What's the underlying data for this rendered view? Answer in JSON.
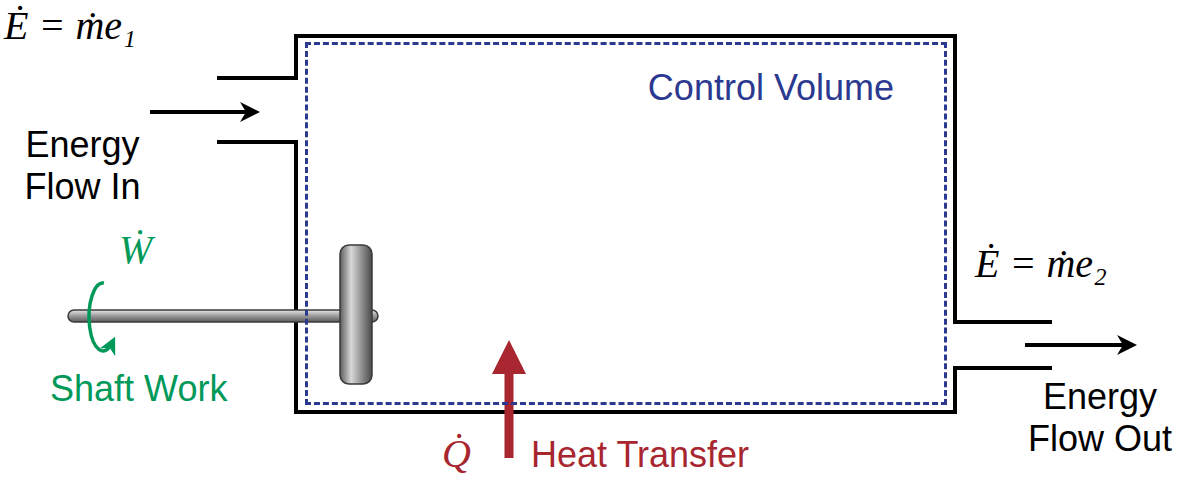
{
  "diagram": {
    "nodes": [
      {
        "text": [
          "Control Volume"
        ]
      }
    ],
    "labels": [
      "Ė = ṁe₁",
      "Energy Flow In",
      "Ẇ",
      "Shaft Work",
      "Q̇",
      "Heat Transfer",
      "Ė = ṁe₂",
      "Energy Flow Out"
    ]
  }
}
